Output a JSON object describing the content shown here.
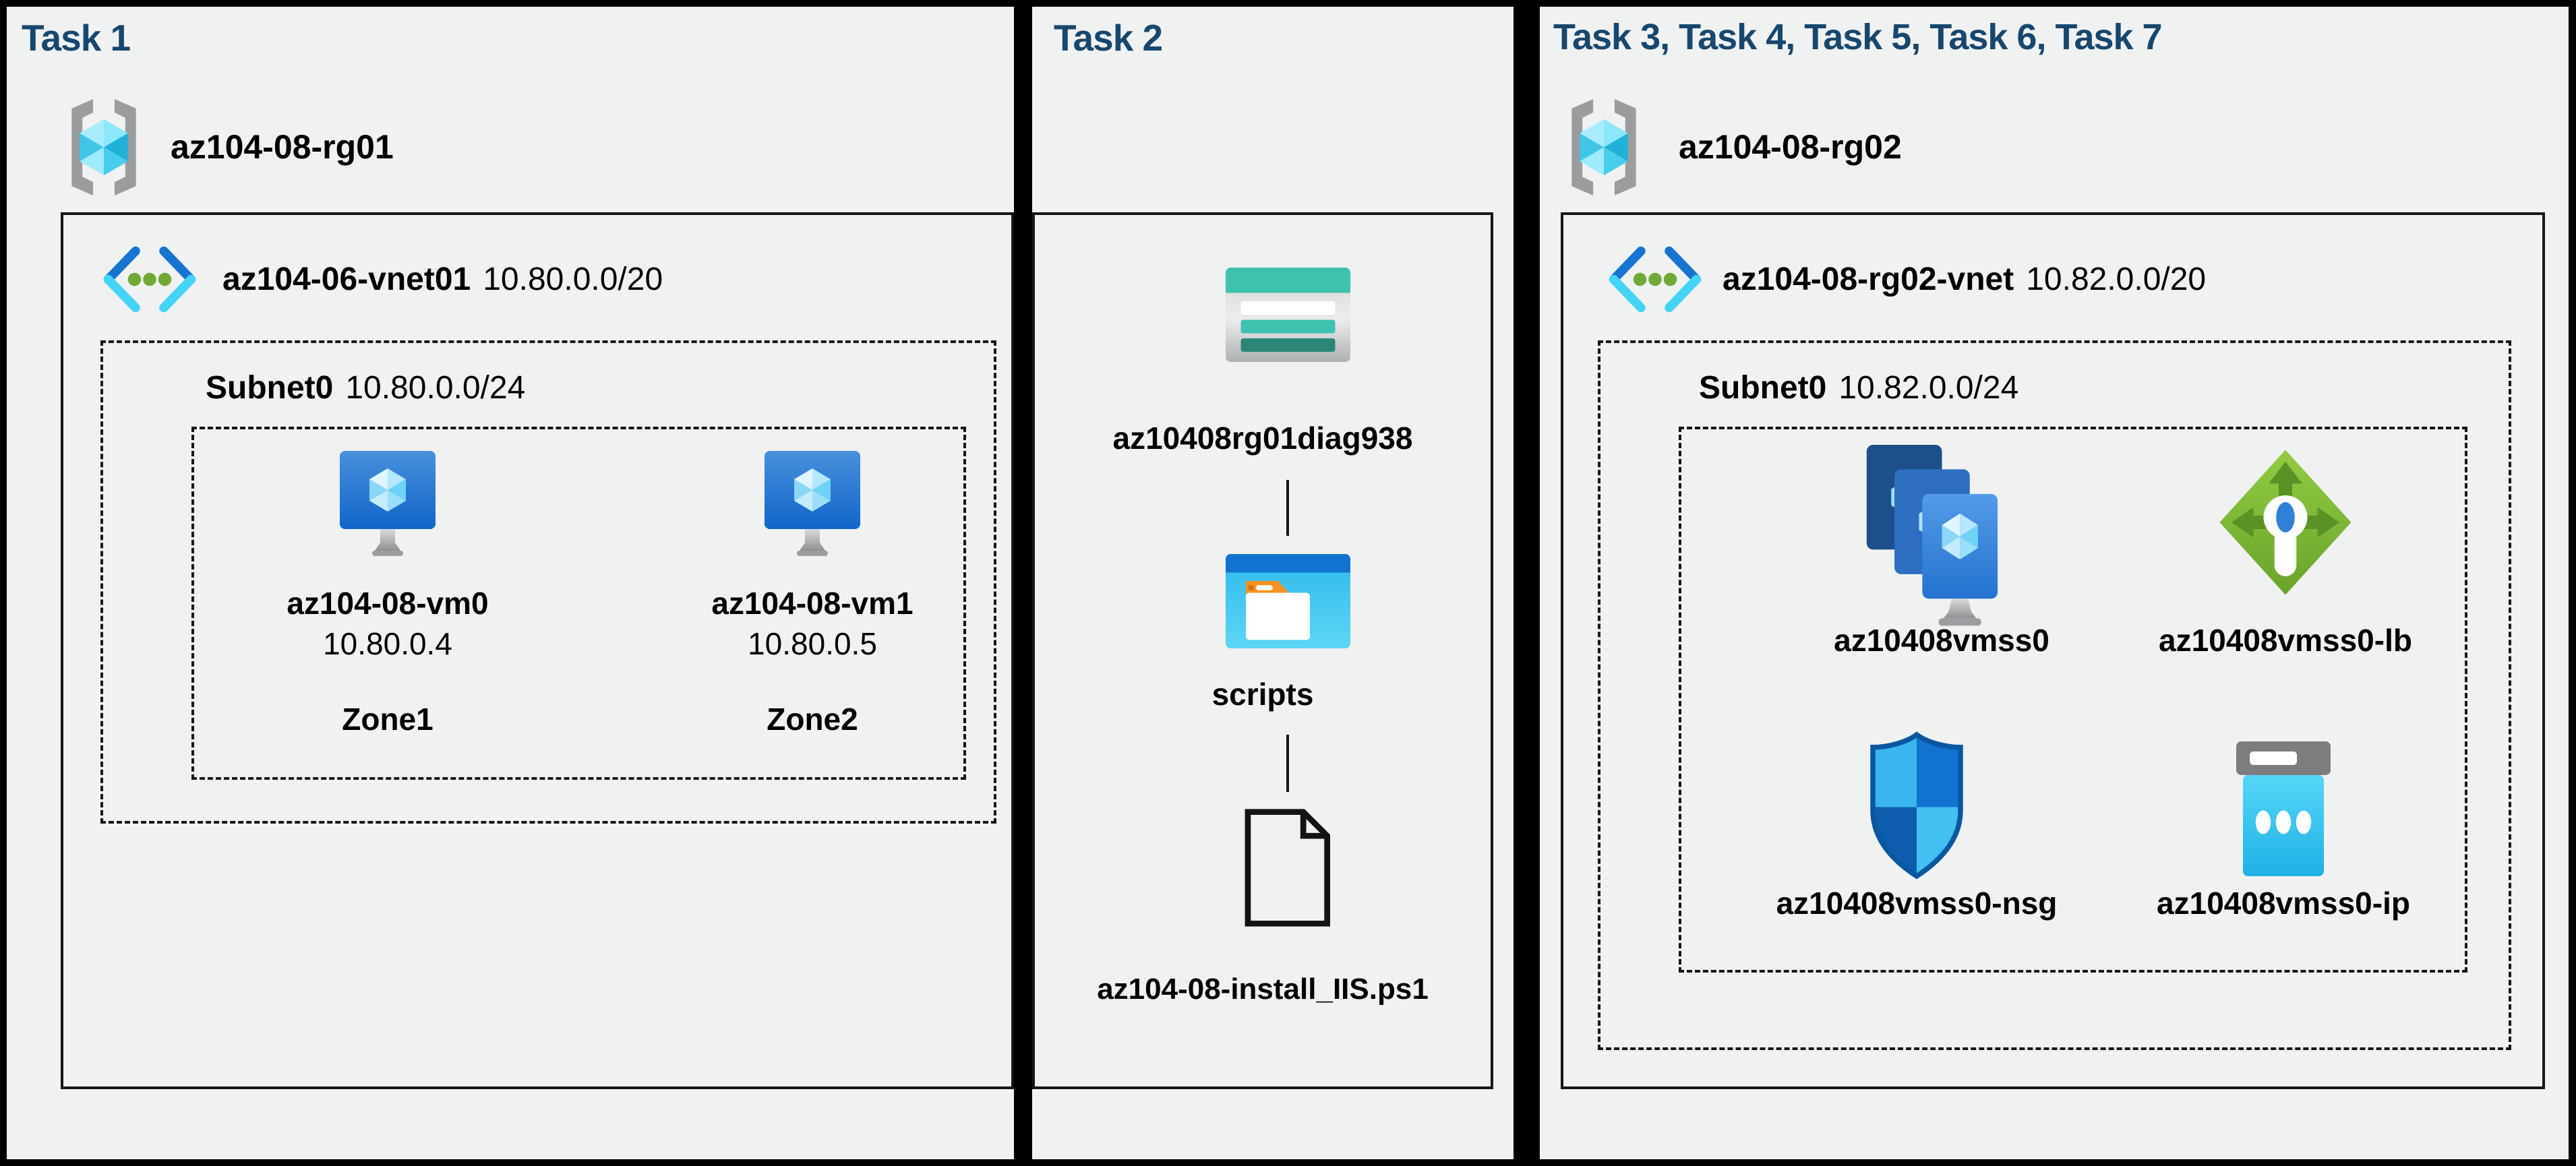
{
  "colors": {
    "panel_background": "#f0f1f1",
    "frame_black": "#000000",
    "task_title_navy": "#17476E",
    "label_text": "#000000",
    "storage_teal": "#3ec1ad",
    "storage_dark_teal": "#2b8677",
    "container_blue": "#1273d2",
    "container_cyan": "#3cc4ec",
    "folder_tab_orange": "#f6921e",
    "vm_monitor_blue": "#1166c8",
    "vnet_chevron_blue": "#1774d2",
    "vnet_chevron_cyan": "#44d4f5",
    "vnet_dot_green": "#72a936",
    "load_balancer_green": "#7cb934",
    "nsg_shield_blue": "#1173cf",
    "public_ip_cyan": "#2fc3ef",
    "resource_group_gray": "#9a9c9e",
    "cube_cyan": "#49cdec"
  },
  "icons": {
    "resource_group_icon": "gray-brackets-with-cyan-cube",
    "virtual_network_icon": "blue-chevrons-with-green-dots",
    "vm_icon": "blue-monitor-with-cube-and-stand",
    "storage_account_icon": "teal-header-table",
    "blob_container_icon": "blue-window-with-orange-tab-folder",
    "file_icon": "document-outline-dog-ear",
    "vmss_icon": "three-stacked-blue-monitors",
    "load_balancer_icon": "green-diamond-with-arrows",
    "nsg_icon": "blue-quadrant-shield",
    "public_ip_icon": "cyan-card-with-three-dots"
  },
  "panel1": {
    "title": "Task 1",
    "resource_group": {
      "name": "az104-08-rg01"
    },
    "vnet": {
      "name": "az104-06-vnet01",
      "cidr": "10.80.0.0/20"
    },
    "subnet": {
      "name": "Subnet0",
      "cidr": "10.80.0.0/24"
    },
    "vms": [
      {
        "name": "az104-08-vm0",
        "ip": "10.80.0.4",
        "zone": "Zone1"
      },
      {
        "name": "az104-08-vm1",
        "ip": "10.80.0.5",
        "zone": "Zone2"
      }
    ]
  },
  "panel2": {
    "title": "Task 2",
    "storage_account": {
      "name": "az10408rg01diag938"
    },
    "container": {
      "name": "scripts"
    },
    "file": {
      "name": "az104-08-install_IIS.ps1"
    }
  },
  "panel3": {
    "title": "Task 3, Task 4, Task 5, Task 6, Task 7",
    "resource_group": {
      "name": "az104-08-rg02"
    },
    "vnet": {
      "name": "az104-08-rg02-vnet",
      "cidr": "10.82.0.0/20"
    },
    "subnet": {
      "name": "Subnet0",
      "cidr": "10.82.0.0/24"
    },
    "resources": [
      {
        "name": "az10408vmss0",
        "type": "vm-scale-set"
      },
      {
        "name": "az10408vmss0-lb",
        "type": "load-balancer"
      },
      {
        "name": "az10408vmss0-nsg",
        "type": "network-security-group"
      },
      {
        "name": "az10408vmss0-ip",
        "type": "public-ip"
      }
    ]
  }
}
